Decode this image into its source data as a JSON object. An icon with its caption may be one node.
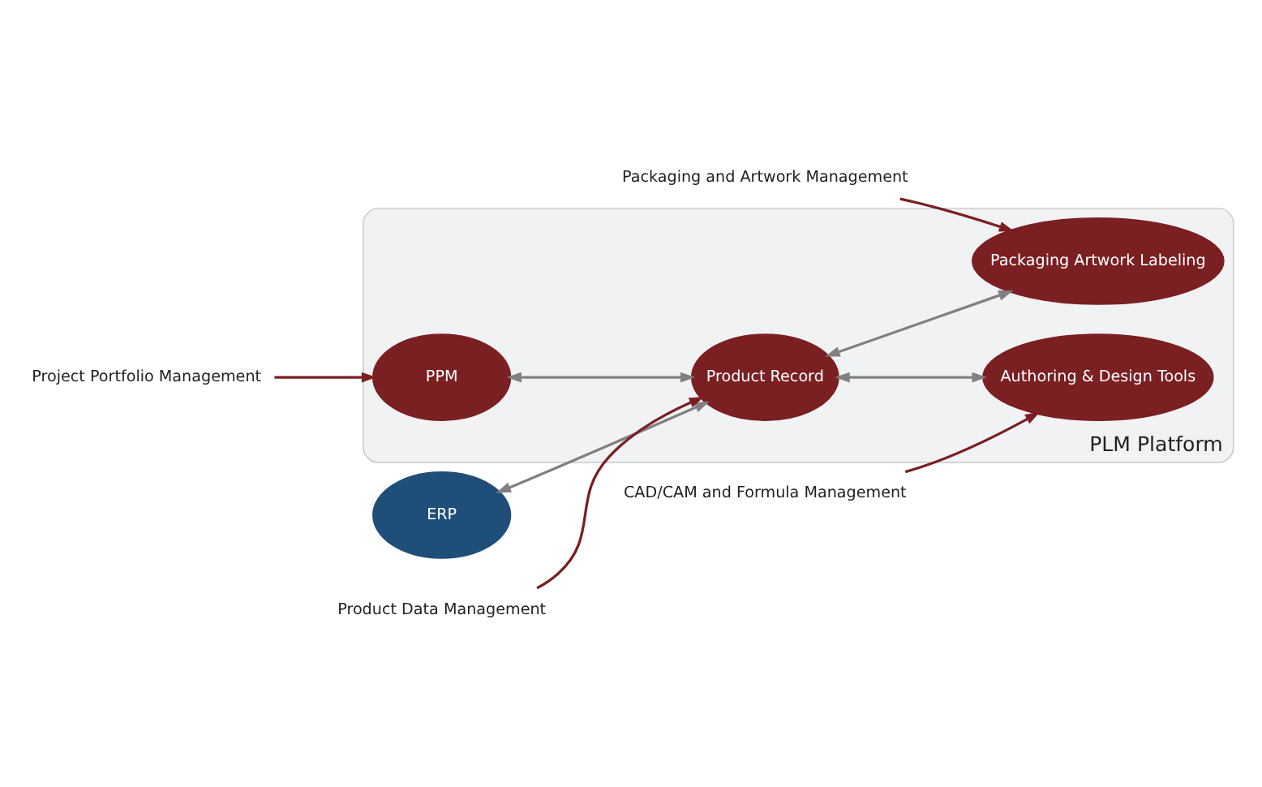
{
  "diagram": {
    "nodes": [
      {
        "text": [
          "PLM Platform"
        ]
      },
      {
        "text": [
          "PPM"
        ],
        "in": 0
      },
      {
        "text": [
          "Product Record"
        ],
        "in": 0
      },
      {
        "text": [
          "Packaging Artwork Labeling"
        ],
        "in": 0
      },
      {
        "text": [
          "Authoring & Design Tools"
        ],
        "in": 0
      },
      {
        "text": [
          "ERP"
        ]
      },
      {
        "text": [
          "Project Portfolio Management"
        ]
      },
      {
        "text": [
          "Packaging and Artwork Management"
        ]
      },
      {
        "text": [
          "CAD/CAM and Formula Management"
        ]
      },
      {
        "text": [
          "Product Data Management"
        ]
      }
    ],
    "edges": [
      {
        "from": 1,
        "to": 2,
        "arrow": "both",
        "color": "#808080"
      },
      {
        "from": 5,
        "to": 2,
        "arrow": "both",
        "color": "#808080"
      },
      {
        "from": 2,
        "to": 3,
        "arrow": "both",
        "color": "#808080"
      },
      {
        "from": 2,
        "to": 4,
        "arrow": "both",
        "color": "#808080"
      },
      {
        "from": 6,
        "to": 1,
        "arrow": "to",
        "color": "#7a1f22"
      },
      {
        "from": 7,
        "to": 3,
        "arrow": "to",
        "color": "#7a1f22"
      },
      {
        "from": 8,
        "to": 4,
        "arrow": "to",
        "color": "#7a1f22"
      },
      {
        "from": 9,
        "to": 2,
        "arrow": "to",
        "color": "#7a1f22"
      }
    ]
  }
}
